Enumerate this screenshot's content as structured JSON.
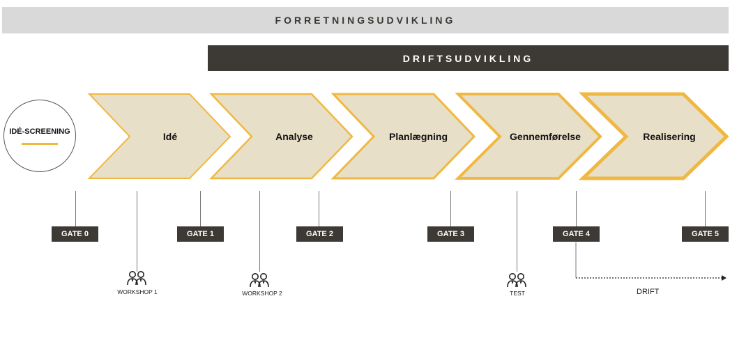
{
  "bands": {
    "top": "FORRETNINGSUDVIKLING",
    "middle": "DRIFTSUDVIKLING"
  },
  "screening": {
    "label": "IDÉ-SCREENING"
  },
  "phases": [
    "Idé",
    "Analyse",
    "Planlægning",
    "Gennemførelse",
    "Realisering"
  ],
  "gates": [
    "GATE 0",
    "GATE 1",
    "GATE 2",
    "GATE 3",
    "GATE 4",
    "GATE 5"
  ],
  "workshops": [
    "WORKSHOP 1",
    "WORKSHOP 2",
    "TEST"
  ],
  "drift": {
    "label": "DRIFT"
  },
  "colors": {
    "chevron_fill": "#e8dfc9",
    "chevron_stroke": "#f0b840",
    "dark": "#3d3934",
    "light_band": "#d9d9d9"
  },
  "icons": [
    "people-icon"
  ]
}
